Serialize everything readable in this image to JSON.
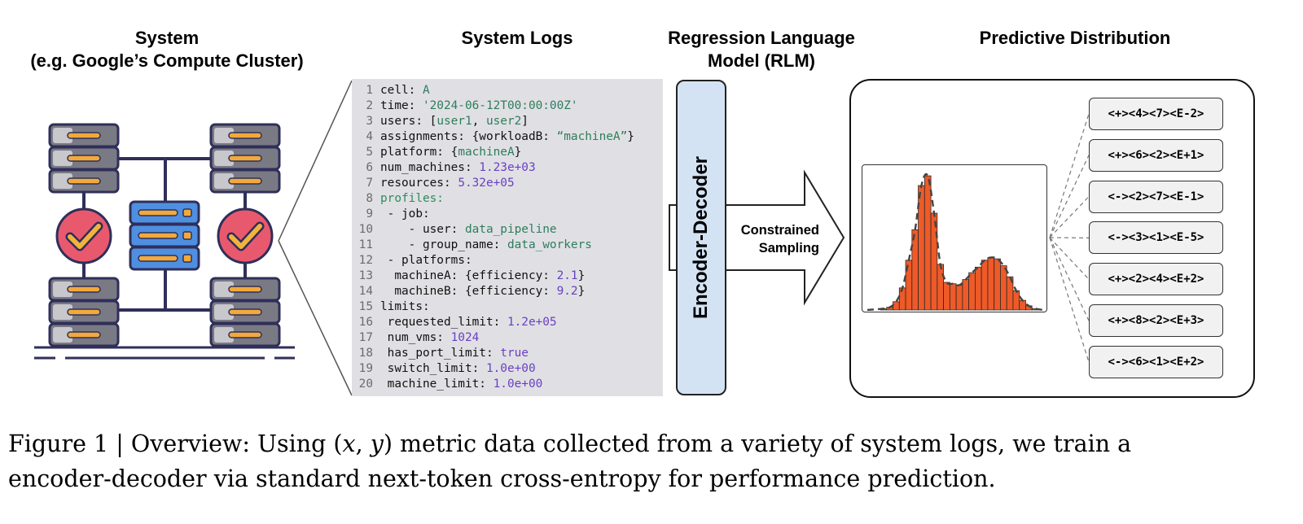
{
  "headers": {
    "system_line1": "System",
    "system_line2": "(e.g. Google’s Compute Cluster)",
    "logs": "System Logs",
    "rlm_line1": "Regression Language",
    "rlm_line2": "Model (RLM)",
    "prediction": "Predictive Distribution"
  },
  "logs": [
    {
      "n": "1",
      "tokens": [
        [
          "k",
          "cell: "
        ],
        [
          "s",
          "A"
        ]
      ]
    },
    {
      "n": "2",
      "tokens": [
        [
          "k",
          "time: "
        ],
        [
          "s",
          "'2024-06-12T00:00:00Z'"
        ]
      ]
    },
    {
      "n": "3",
      "tokens": [
        [
          "k",
          "users: ["
        ],
        [
          "s",
          "user1"
        ],
        [
          "k",
          ", "
        ],
        [
          "s",
          "user2"
        ],
        [
          "k",
          "]"
        ]
      ]
    },
    {
      "n": "4",
      "tokens": [
        [
          "k",
          "assignments: {workloadB: "
        ],
        [
          "s",
          "“machineA”"
        ],
        [
          "k",
          "}"
        ]
      ]
    },
    {
      "n": "5",
      "tokens": [
        [
          "k",
          "platform: {"
        ],
        [
          "s",
          "machineA"
        ],
        [
          "k",
          "}"
        ]
      ]
    },
    {
      "n": "6",
      "tokens": [
        [
          "k",
          "num_machines: "
        ],
        [
          "n",
          "1.23e+03"
        ]
      ]
    },
    {
      "n": "7",
      "tokens": [
        [
          "k",
          "resources: "
        ],
        [
          "n",
          "5.32e+05"
        ]
      ]
    },
    {
      "n": "8",
      "tokens": [
        [
          "kw",
          "profiles:"
        ]
      ]
    },
    {
      "n": "9",
      "tokens": [
        [
          "k",
          " - job:"
        ]
      ]
    },
    {
      "n": "10",
      "tokens": [
        [
          "k",
          "    - user: "
        ],
        [
          "s",
          "data_pipeline"
        ]
      ]
    },
    {
      "n": "11",
      "tokens": [
        [
          "k",
          "    - group_name: "
        ],
        [
          "s",
          "data_workers"
        ]
      ]
    },
    {
      "n": "12",
      "tokens": [
        [
          "k",
          " - platforms:"
        ]
      ]
    },
    {
      "n": "13",
      "tokens": [
        [
          "k",
          "  machineA: {efficiency: "
        ],
        [
          "n",
          "2.1"
        ],
        [
          "k",
          "}"
        ]
      ]
    },
    {
      "n": "14",
      "tokens": [
        [
          "k",
          "  machineB: {efficiency: "
        ],
        [
          "n",
          "9.2"
        ],
        [
          "k",
          "}"
        ]
      ]
    },
    {
      "n": "15",
      "tokens": [
        [
          "k",
          "limits:"
        ]
      ]
    },
    {
      "n": "16",
      "tokens": [
        [
          "k",
          " requested_limit: "
        ],
        [
          "n",
          "1.2e+05"
        ]
      ]
    },
    {
      "n": "17",
      "tokens": [
        [
          "k",
          " num_vms: "
        ],
        [
          "n",
          "1024"
        ]
      ]
    },
    {
      "n": "18",
      "tokens": [
        [
          "k",
          " has_port_limit: "
        ],
        [
          "n",
          "true"
        ]
      ]
    },
    {
      "n": "19",
      "tokens": [
        [
          "k",
          " switch_limit: "
        ],
        [
          "n",
          "1.0e+00"
        ]
      ]
    },
    {
      "n": "20",
      "tokens": [
        [
          "k",
          " machine_limit: "
        ],
        [
          "n",
          "1.0e+00"
        ]
      ]
    }
  ],
  "rlm": {
    "block_label": "Encoder-Decoder",
    "arrow_label_line1": "Constrained",
    "arrow_label_line2": "Sampling"
  },
  "histogram": {
    "values": [
      1,
      2,
      6,
      16,
      36,
      58,
      90,
      97,
      70,
      33,
      20,
      19,
      18,
      22,
      27,
      31,
      36,
      38,
      37,
      32,
      24,
      14,
      7,
      3,
      1
    ],
    "ylim": [
      0,
      100
    ],
    "bar_color": "#ee5a28",
    "curve_color": "#444444"
  },
  "tokens": [
    "<+><4><7><E-2>",
    "<+><6><2><E+1>",
    "<-><2><7><E-1>",
    "<-><3><1><E-5>",
    "<+><2><4><E+2>",
    "<+><8><2><E+3>",
    "<-><6><1><E+2>"
  ],
  "caption": {
    "line1_a": "Figure 1 | Overview: Using (",
    "line1_x": "x",
    "line1_comma": ", ",
    "line1_y": "y",
    "line1_b": ") metric data collected from a variety of system logs, we train a",
    "line2": "encoder-decoder via standard next-token cross-entropy for performance prediction."
  },
  "colors": {
    "server_frame": "#2f2f5a",
    "server_body": "#7a7a85",
    "server_body_light": "#c7c7cc",
    "server_slot": "#f2a93b",
    "center_server": "#4f8fe0",
    "check_circle": "#e9596e",
    "check_mark": "#f2b33d",
    "log_bg": "#e0e0e4",
    "encoder_bg": "#d4e3f4"
  }
}
